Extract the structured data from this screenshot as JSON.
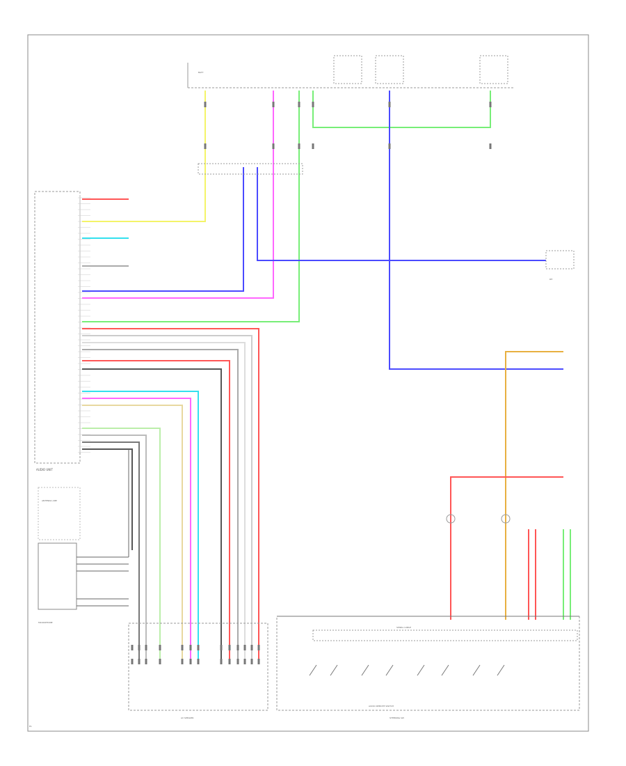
{
  "diagram": {
    "colors": {
      "yellow": "#f4f468",
      "pink": "#ff66ff",
      "green": "#77ee77",
      "blue": "#4a4aff",
      "red": "#ff5555",
      "orange": "#e8b040",
      "cyan": "#33e0ee",
      "gray": "#aaaaaa",
      "darkgray": "#555555",
      "lightgray": "#cccccc",
      "black": "#222222",
      "frame": "#666666"
    },
    "labels": {
      "fuse_label": "BATT",
      "audio_unit": "AUDIO UNIT",
      "speaker_block": "AV SPEAKER",
      "switch_block": "STEERING SW",
      "remote_switch": "AUDIO REMOTE SWITCH",
      "left_module": "ANTENNA AMP",
      "bottom_left_module": "MICROPHONE",
      "right_connector": "RH",
      "spiral_cable": "SPIRAL CABLE",
      "ground_mark": "E1"
    }
  }
}
